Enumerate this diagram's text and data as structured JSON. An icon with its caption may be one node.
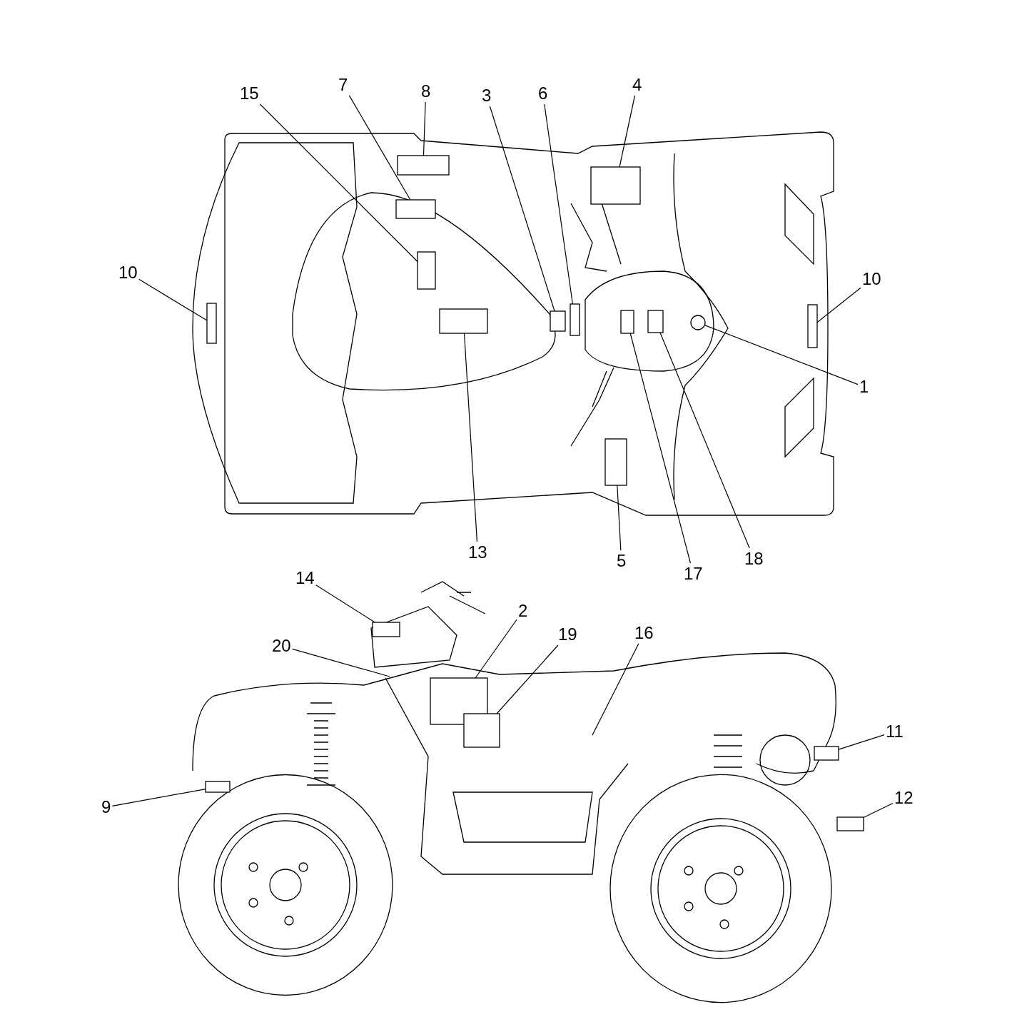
{
  "diagram": {
    "nodes": [
      {
        "text": [
          "15"
        ]
      },
      {
        "text": [
          "7"
        ]
      },
      {
        "text": [
          "8"
        ]
      },
      {
        "text": [
          "3"
        ]
      },
      {
        "text": [
          "6"
        ]
      },
      {
        "text": [
          "4"
        ]
      },
      {
        "text": [
          "10"
        ]
      },
      {
        "text": [
          "10"
        ]
      },
      {
        "text": [
          "1"
        ]
      },
      {
        "text": [
          "13"
        ]
      },
      {
        "text": [
          "5"
        ]
      },
      {
        "text": [
          "17"
        ]
      },
      {
        "text": [
          "18"
        ]
      },
      {
        "text": [
          "14"
        ]
      },
      {
        "text": [
          "2"
        ]
      },
      {
        "text": [
          "19"
        ]
      },
      {
        "text": [
          "16"
        ]
      },
      {
        "text": [
          "20"
        ]
      },
      {
        "text": [
          "11"
        ]
      },
      {
        "text": [
          "9"
        ]
      },
      {
        "text": [
          "12"
        ]
      },
      {
        "text": [],
        "shape": "box"
      },
      {
        "text": [],
        "shape": "box"
      },
      {
        "text": [],
        "shape": "box"
      },
      {
        "text": [],
        "shape": "box"
      },
      {
        "text": [],
        "shape": "box"
      },
      {
        "text": [],
        "shape": "box"
      },
      {
        "text": [],
        "shape": "box"
      },
      {
        "text": [],
        "shape": "box"
      },
      {
        "text": [],
        "shape": "circle"
      },
      {
        "text": [],
        "shape": "box"
      },
      {
        "text": [],
        "shape": "box"
      },
      {
        "text": [],
        "shape": "box"
      },
      {
        "text": [],
        "shape": "box"
      },
      {
        "text": [],
        "shape": "box"
      },
      {
        "text": [],
        "shape": "box"
      },
      {
        "text": [],
        "shape": "box"
      },
      {
        "text": [],
        "shape": "box"
      },
      {
        "text": [],
        "shape": "box"
      },
      {
        "text": [],
        "shape": "box"
      }
    ],
    "edges": [
      {
        "from": 0,
        "to": 21,
        "arrow": "none"
      },
      {
        "from": 1,
        "to": 22,
        "arrow": "none"
      },
      {
        "from": 2,
        "to": 23,
        "arrow": "none"
      },
      {
        "from": 3,
        "to": 24,
        "arrow": "none"
      },
      {
        "from": 4,
        "to": 25,
        "arrow": "none"
      },
      {
        "from": 5,
        "to": 26,
        "arrow": "none"
      },
      {
        "from": 6,
        "to": 27,
        "arrow": "none"
      },
      {
        "from": 7,
        "to": 28,
        "arrow": "none"
      },
      {
        "from": 8,
        "to": 29,
        "arrow": "none"
      },
      {
        "from": 9,
        "to": 30,
        "arrow": "none"
      },
      {
        "from": 10,
        "to": 31,
        "arrow": "none"
      },
      {
        "from": 11,
        "to": 32,
        "arrow": "none"
      },
      {
        "from": 12,
        "to": 33,
        "arrow": "none"
      },
      {
        "from": 13,
        "to": 34,
        "arrow": "none"
      },
      {
        "from": 14,
        "to": 35,
        "arrow": "none"
      },
      {
        "from": 15,
        "to": 36,
        "arrow": "none"
      },
      {
        "from": 16,
        "to": null,
        "arrow": "none"
      },
      {
        "from": 17,
        "to": null,
        "arrow": "none"
      },
      {
        "from": 18,
        "to": 37,
        "arrow": "none"
      },
      {
        "from": 19,
        "to": 38,
        "arrow": "none"
      },
      {
        "from": 20,
        "to": 39,
        "arrow": "none"
      }
    ]
  }
}
